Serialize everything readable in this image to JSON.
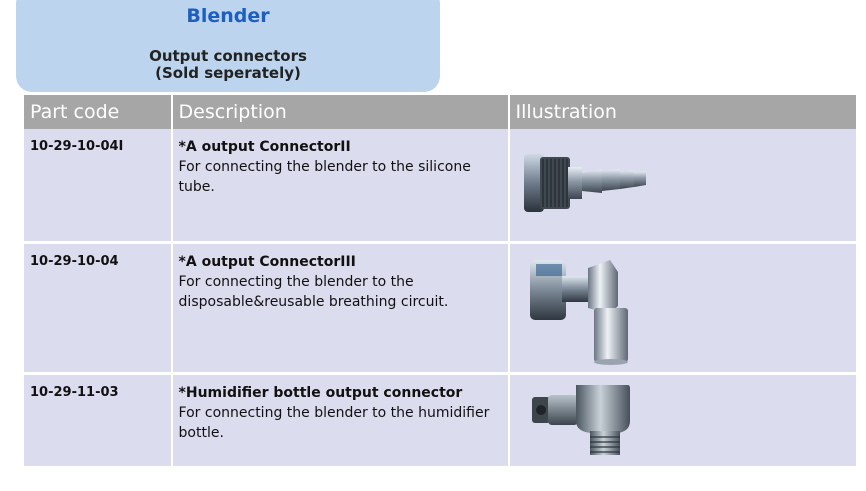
{
  "header": {
    "title": "Blender",
    "subtitle_line1": "Output connectors",
    "subtitle_line2": "(Sold seperately)"
  },
  "table": {
    "columns": [
      "Part code",
      "Description",
      "Illustration"
    ],
    "rows": [
      {
        "part_code": "10-29-10-04I",
        "name": "*A output ConnectorII",
        "description": "For connecting the blender to the silicone tube.",
        "illustration": "barbed-hose-connector-photo"
      },
      {
        "part_code": "10-29-10-04",
        "name": "*A output ConnectorIII",
        "description": "For connecting the blender to the disposable&reusable breathing circuit.",
        "illustration": "elbow-connector-photo"
      },
      {
        "part_code": "10-29-11-03",
        "name": "*Humidifier bottle output connector",
        "description": "For connecting the blender to the humidifier bottle.",
        "illustration": "humidifier-connector-photo"
      }
    ]
  }
}
